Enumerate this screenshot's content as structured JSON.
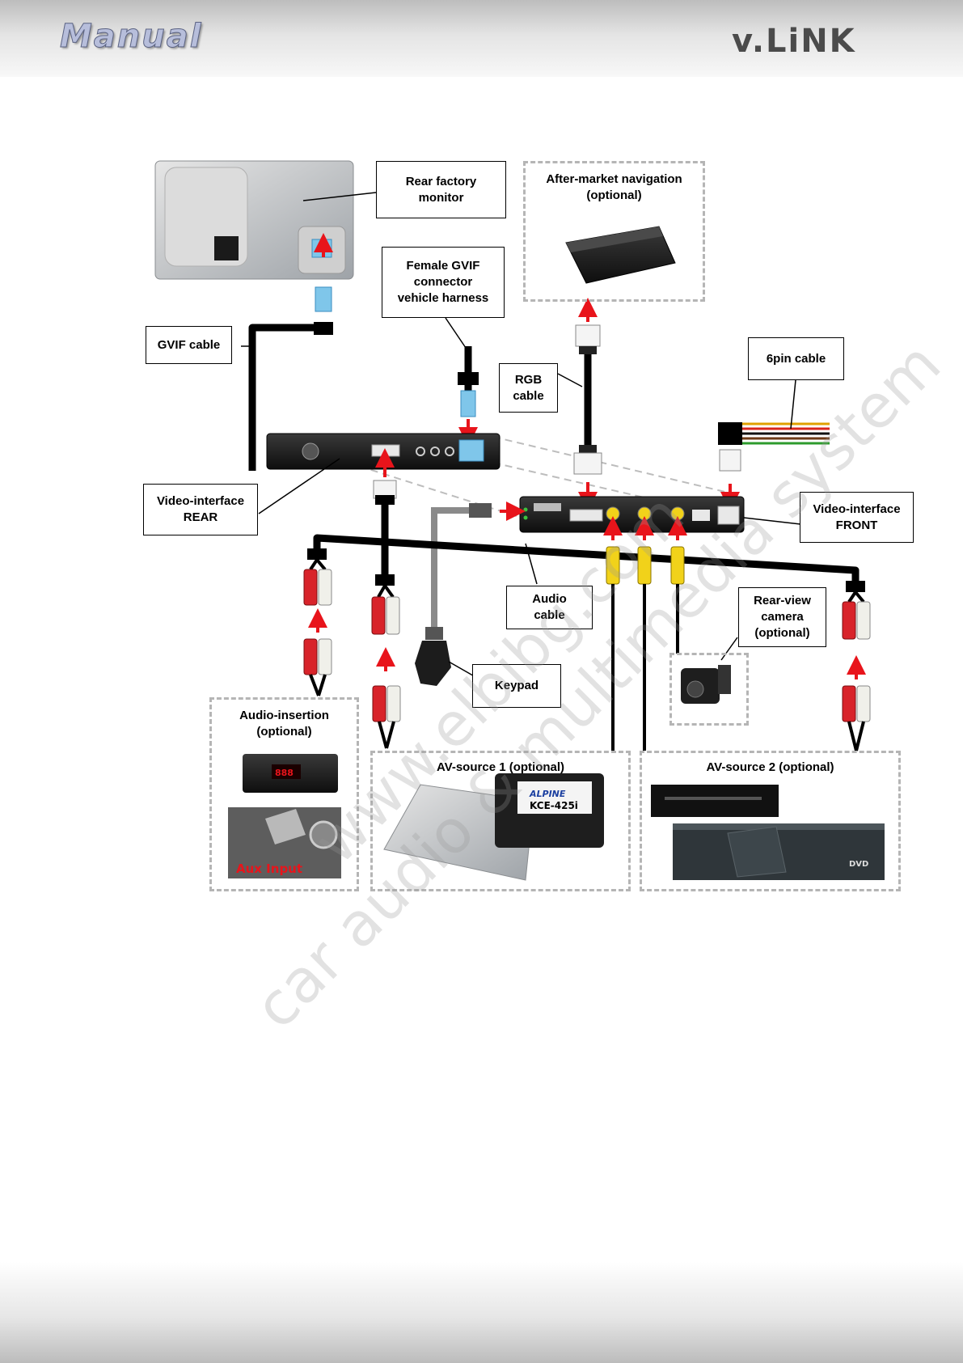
{
  "header": {
    "left_logo": "Manual",
    "right_logo": "v.LiNK"
  },
  "labels": {
    "rear_factory_monitor": "Rear factory\nmonitor",
    "female_gvif": "Female GVIF\nconnector\nvehicle harness",
    "gvif_cable": "GVIF cable",
    "rgb_cable": "RGB\ncable",
    "six_pin_cable": "6pin cable",
    "video_interface_rear": "Video-interface\nREAR",
    "video_interface_front": "Video-interface\nFRONT",
    "audio_cable": "Audio\ncable",
    "rear_view_camera": "Rear-view\ncamera\n(optional)",
    "keypad": "Keypad"
  },
  "groups": {
    "aftermarket_navigation": "After-market navigation\n(optional)",
    "audio_insertion": "Audio-insertion\n(optional)",
    "av_source_1": "AV-source 1 (optional)",
    "av_source_2": "AV-source 2 (optional)"
  },
  "device_text": {
    "aux_input": "Aux Input",
    "kce_model": "KCE-425i",
    "alpine": "ALPINE",
    "dvd": "DVD",
    "display_digits": "888"
  },
  "watermark": {
    "line1": "www.elbibg.com",
    "line2": "car audio & multimedia system"
  },
  "colors": {
    "cable": "#000000",
    "arrow": "#e8141b",
    "dashed_group": "#b5b5b5",
    "rca_red": "#d8232a",
    "rca_white": "#f0f0ea",
    "rca_yellow": "#f1d21a",
    "gvif_blue": "#7fc6ea"
  }
}
